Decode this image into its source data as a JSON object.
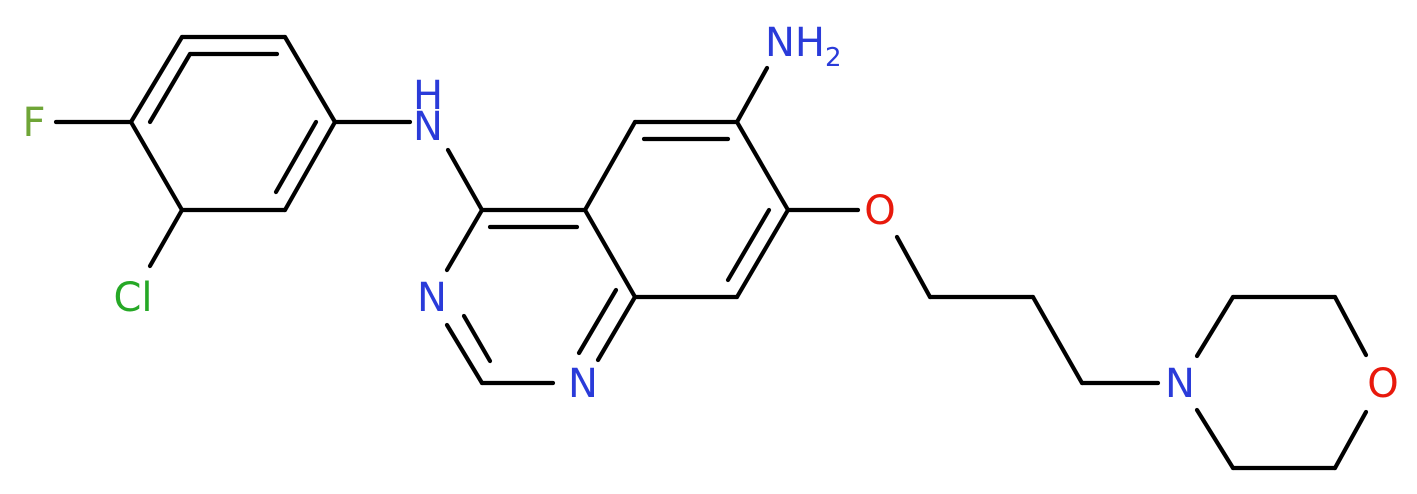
{
  "atoms": {
    "fluorine": {
      "text": "F",
      "color": "#6fa537"
    },
    "chlorine": {
      "text": "Cl",
      "color": "#26a826"
    },
    "anilino_nh": {
      "text": "H",
      "subtext": "N",
      "color": "#2a3bd9"
    },
    "amine_nh2": {
      "text": "NH",
      "sub": "2",
      "color": "#2a3bd9"
    },
    "ether_o": {
      "text": "O",
      "color": "#e8190c"
    },
    "quinazoline_n3": {
      "text": "N",
      "color": "#2a3bd9"
    },
    "quinazoline_n1": {
      "text": "N",
      "color": "#2a3bd9"
    },
    "morpholine_n": {
      "text": "N",
      "color": "#2a3bd9"
    },
    "morpholine_o": {
      "text": "O",
      "color": "#e8190c"
    }
  },
  "colors": {
    "bond": "#000000",
    "background": "#ffffff"
  }
}
